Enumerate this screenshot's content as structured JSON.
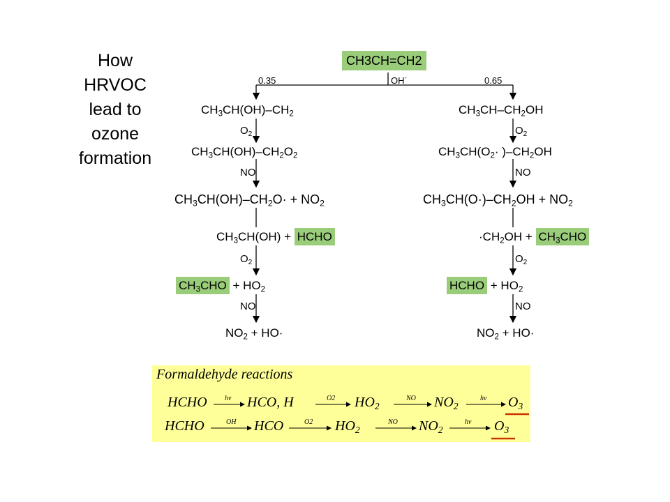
{
  "title": [
    "How",
    "HRVOC",
    "lead to",
    "ozone",
    "formation"
  ],
  "top": {
    "reactant": "CH3CH=CH2",
    "reagent": "OH",
    "reagent_mark": "-",
    "branch_left": "0.35",
    "branch_right": "0.65"
  },
  "left": {
    "s1": {
      "a": "CH",
      "b": "3",
      "c": "CH(OH)–CH",
      "d": "2"
    },
    "r1": {
      "a": "O",
      "b": "2"
    },
    "s2": {
      "a": "CH",
      "b": "3",
      "c": "CH(OH)–CH",
      "d": "2",
      "e": "O",
      "f": "2"
    },
    "r2": "NO",
    "s3": {
      "a": "CH",
      "b": "3",
      "c": "CH(OH)–CH",
      "d": "2",
      "e": "O· + NO",
      "f": "2"
    },
    "s4": {
      "a": "CH",
      "b": "3",
      "c": "CH(OH) + ",
      "hl": "HCHO"
    },
    "r3": {
      "a": "O",
      "b": "2"
    },
    "s5": {
      "hla": "CH",
      "hlb": "3",
      "hlc": "CHO",
      "c": " + HO",
      "d": "2"
    },
    "r4": "NO",
    "s6": {
      "a": "NO",
      "b": "2",
      "c": " + HO·"
    }
  },
  "right": {
    "s1": {
      "a": "CH",
      "b": "3",
      "c": "CH–CH",
      "d": "2",
      "e": "OH"
    },
    "r1": {
      "a": "O",
      "b": "2"
    },
    "s2": {
      "a": "CH",
      "b": "3",
      "c": "CH(O",
      "d": "2",
      "e": "· )–CH",
      "f": "2",
      "g": "OH"
    },
    "r2": "NO",
    "s3": {
      "a": "CH",
      "b": "3",
      "c": "CH(O·)–CH",
      "d": "2",
      "e": "OH + NO",
      "f": "2"
    },
    "s4": {
      "a": "·CH",
      "b": "2",
      "c": "OH + ",
      "hla": "CH",
      "hlb": "3",
      "hlc": "CHO"
    },
    "r3": {
      "a": "O",
      "b": "2"
    },
    "s5": {
      "hl": "HCHO",
      "c": " + HO",
      "d": "2"
    },
    "r4": "NO",
    "s6": {
      "a": "NO",
      "b": "2",
      "c": " + HO·"
    }
  },
  "formaldehyde": {
    "heading": "Formaldehyde reactions",
    "row1": {
      "s1": "HCHO",
      "l1": "hν",
      "s2": "HCO, H",
      "l2": "O2",
      "s3": "HO",
      "s3sub": "2",
      "l3": "NO",
      "s4": "NO",
      "s4sub": "2",
      "l4": "hν",
      "s5": "O",
      "s5sub": "3"
    },
    "row2": {
      "s1": "HCHO",
      "l1": "OH",
      "s2": "HCO",
      "l2": "O2",
      "s3": "HO",
      "s3sub": "2",
      "l3": "NO",
      "s4": "NO",
      "s4sub": "2",
      "l4": "hν",
      "s5": "O",
      "s5sub": "3"
    }
  },
  "colors": {
    "highlight": "#9acd7a",
    "panel": "#ffff99",
    "underline": "#cc3300"
  }
}
